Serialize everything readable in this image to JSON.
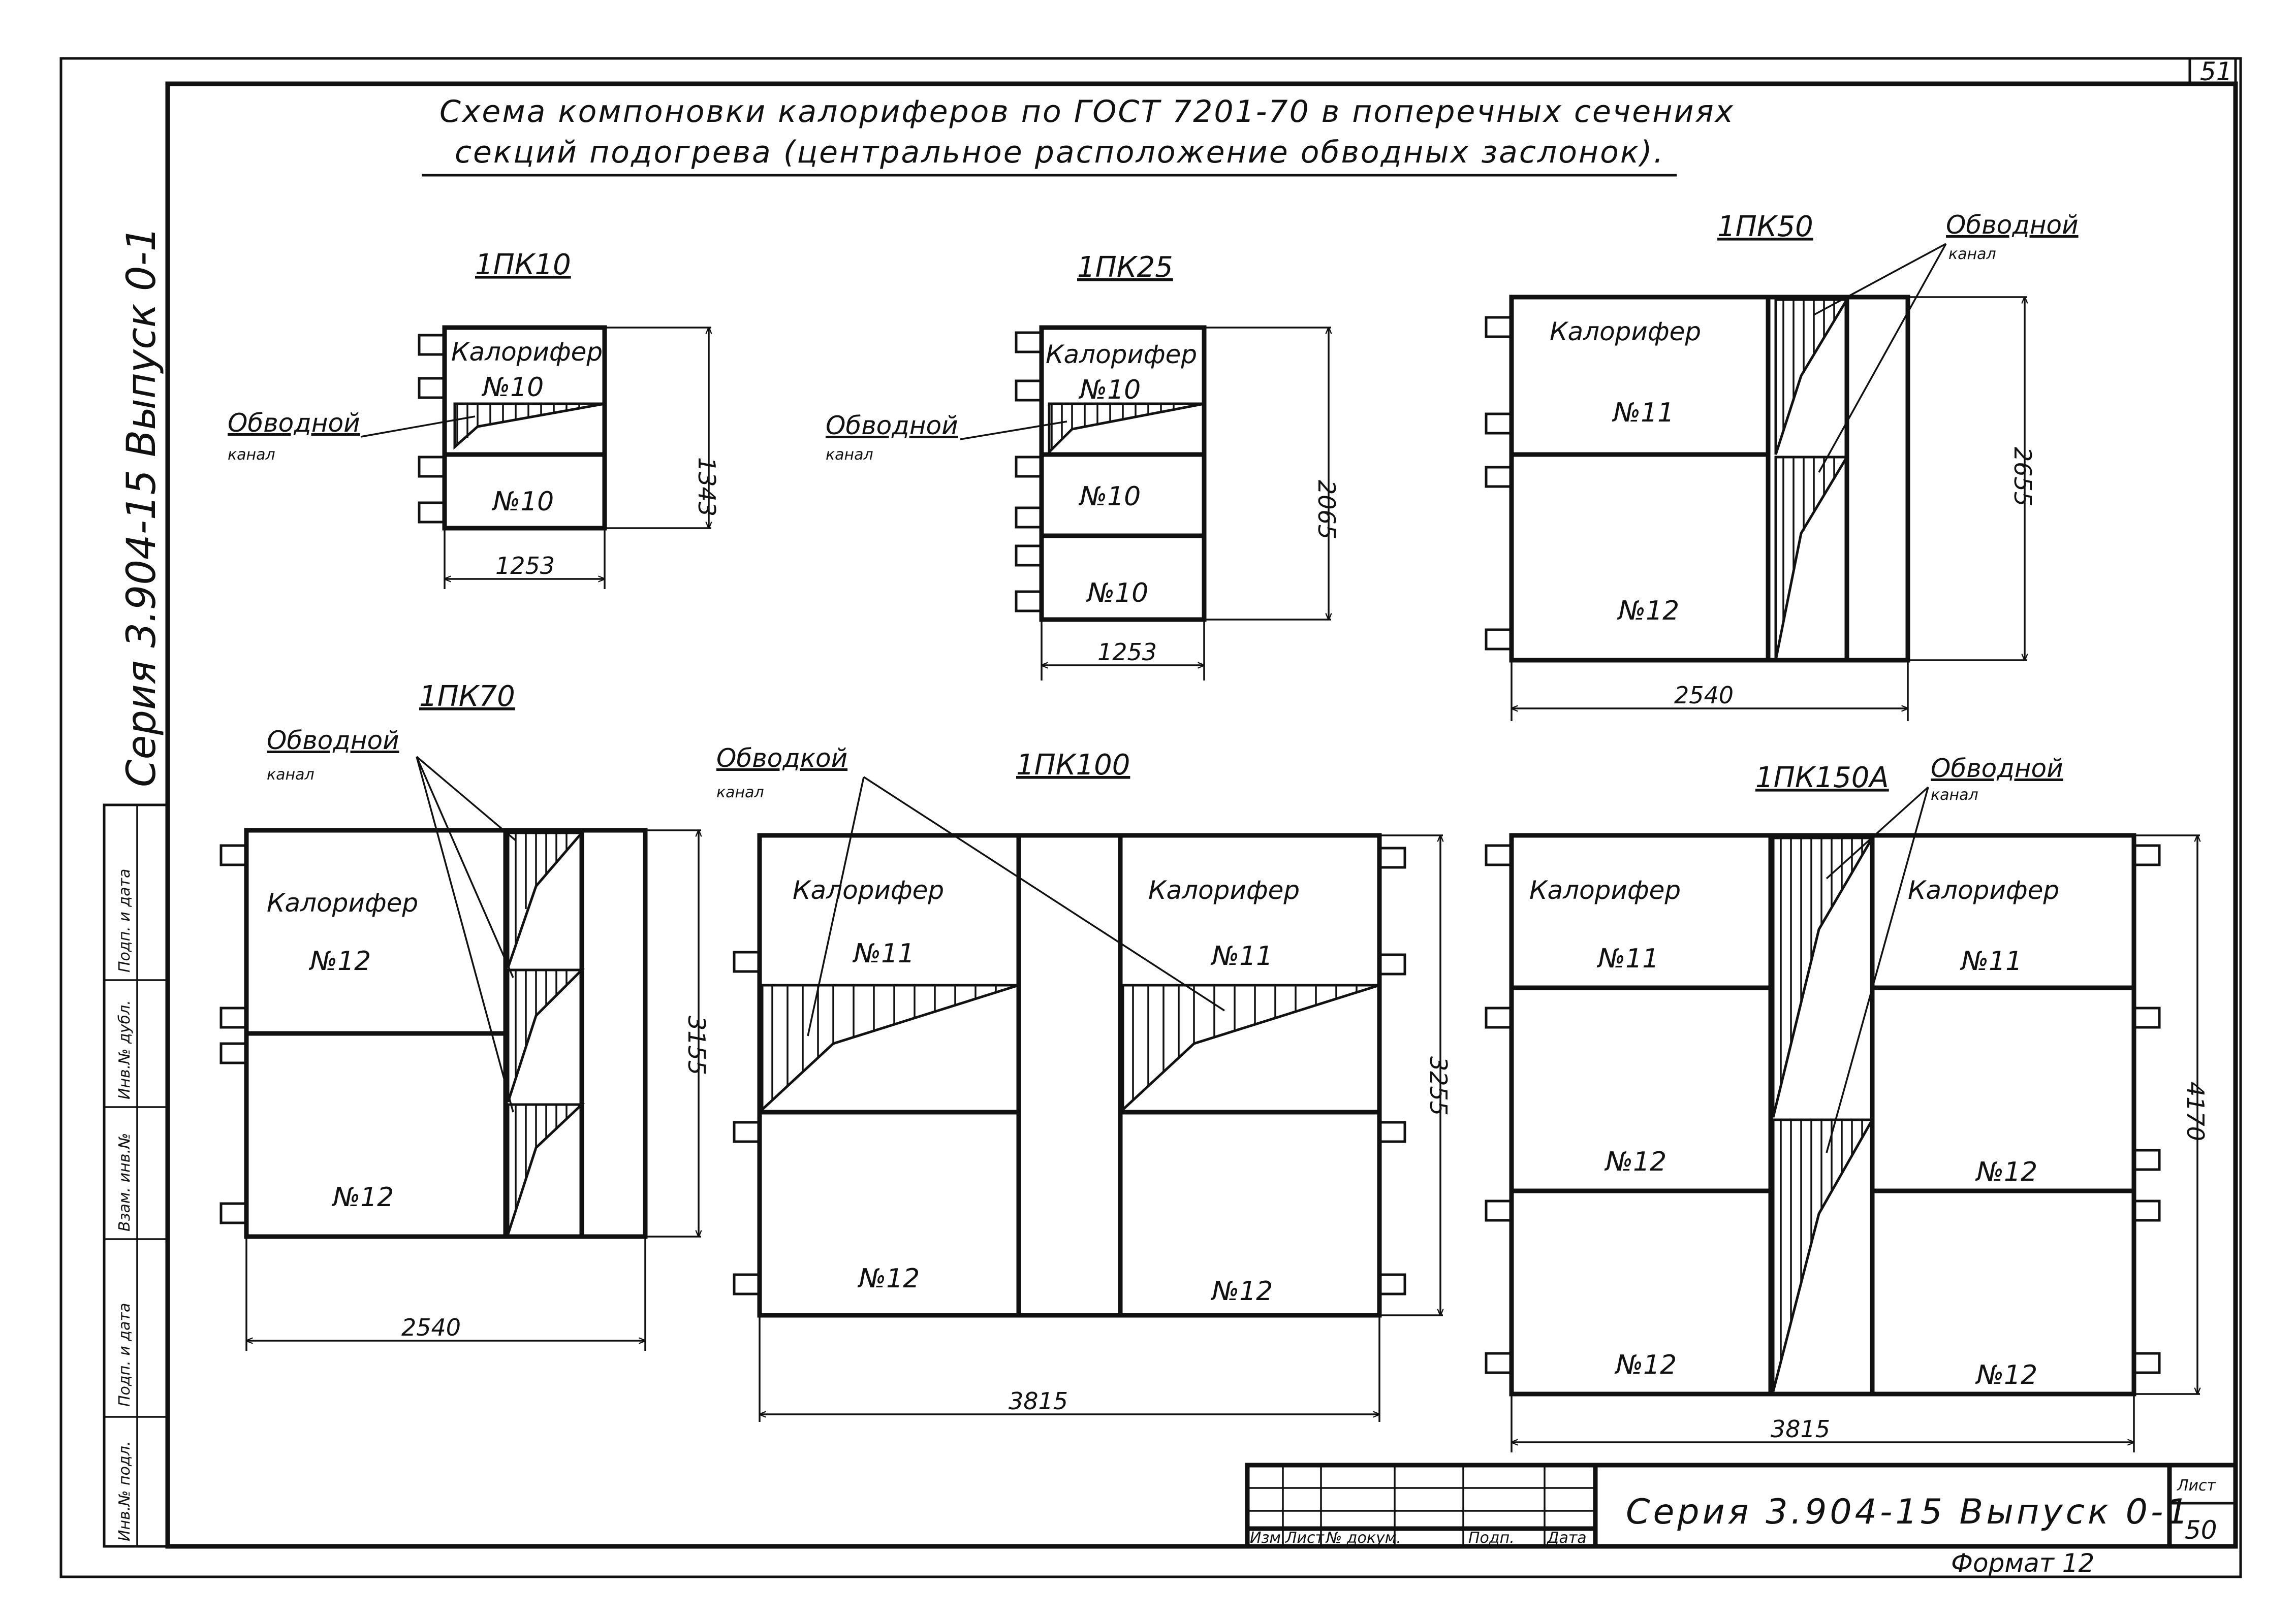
{
  "sheet": {
    "page_number": "51",
    "title_line1": "Схема компоновки калориферов по ГОСТ 7201-70 в поперечных сечениях",
    "title_line2": "секций подогрева (центральное расположение обводных заслонок).",
    "side_series": "Серия 3.904-15 Выпуск 0-1",
    "side_stamp_columns": [
      "Инв.№ подл.",
      "Подп. и дата",
      "Взам. инв.№",
      "Инв.№ дубл.",
      "Подп. и дата"
    ],
    "title_block": {
      "series": "Серия 3.904-15 Выпуск 0-1",
      "sheet_label": "Лист",
      "sheet_number": "50",
      "format": "Формат 12",
      "columns": [
        "Изм.",
        "Лист",
        "№ докум.",
        "Подп.",
        "Дата"
      ]
    }
  },
  "colors": {
    "ink": "#111111",
    "paper": "#ffffff"
  },
  "sections": [
    {
      "name": "1ПК10",
      "heater_label": "Калорифер",
      "units": [
        "№10",
        "№10"
      ],
      "bypass_label": [
        "Обводной",
        "канал"
      ],
      "height_dim": "1343",
      "width_dim": "1253"
    },
    {
      "name": "1ПК25",
      "heater_label": "Калорифер",
      "units": [
        "№10",
        "№10",
        "№10"
      ],
      "bypass_label": [
        "Обводной",
        "канал"
      ],
      "height_dim": "2065",
      "width_dim": "1253"
    },
    {
      "name": "1ПК50",
      "heater_label": "Калорифер",
      "units": [
        "№11",
        "№12"
      ],
      "bypass_label": [
        "Обводной",
        "канал"
      ],
      "height_dim": "2655",
      "width_dim": "2540"
    },
    {
      "name": "1ПК70",
      "heater_label": "Калорифер",
      "units": [
        "№12",
        "№12"
      ],
      "bypass_label": [
        "Обводной",
        "канал"
      ],
      "height_dim": "3155",
      "width_dim": "2540"
    },
    {
      "name": "1ПК100",
      "heater_label": "Калорифер",
      "units": [
        "№11",
        "№12"
      ],
      "bypass_label": [
        "Обводкой",
        "канал"
      ],
      "height_dim": "3255",
      "width_dim": "3815"
    },
    {
      "name": "1ПК150А",
      "heater_label": "Калорифер",
      "units": [
        "№11",
        "№12",
        "№12"
      ],
      "bypass_label": [
        "Обводной",
        "канал"
      ],
      "height_dim": "4170",
      "width_dim": "3815"
    }
  ]
}
